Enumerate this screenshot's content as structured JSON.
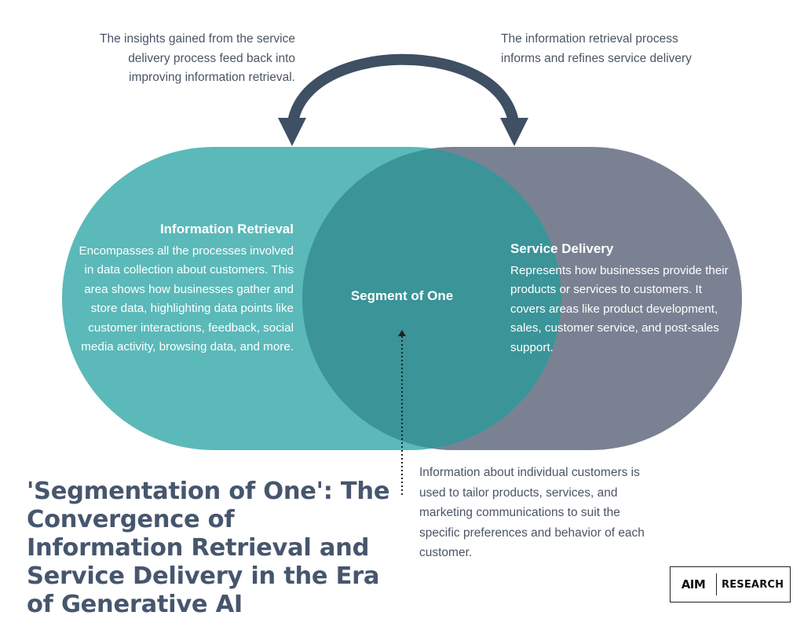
{
  "notes": {
    "left": "The insights gained from the service delivery process feed back into improving information retrieval.",
    "right": "The information retrieval process informs and refines service delivery",
    "bottom": "Information about individual customers is used to tailor products, services, and marketing communications to suit the specific preferences and behavior of each customer."
  },
  "information_retrieval": {
    "title": "Information Retrieval",
    "text": "Encompasses all the processes involved in data collection about customers. This area shows how businesses gather and store data, highlighting data points like customer interactions, feedback, social media activity, browsing data, and more.",
    "color": "#5bb9b9"
  },
  "service_delivery": {
    "title": "Service Delivery",
    "text": "Represents how businesses provide their products or services to customers. It covers areas like product development, sales, customer service, and post-sales support.",
    "color": "#7a8192"
  },
  "overlap": {
    "label": "Segment of One",
    "color": "#3a9498"
  },
  "arrow_color": "#3f4f64",
  "title": "'Segmentation of One': The Convergence of Information Retrieval and Service Delivery in the Era of Generative AI",
  "logo": {
    "mark": "AIM",
    "text": "RESEARCH"
  }
}
